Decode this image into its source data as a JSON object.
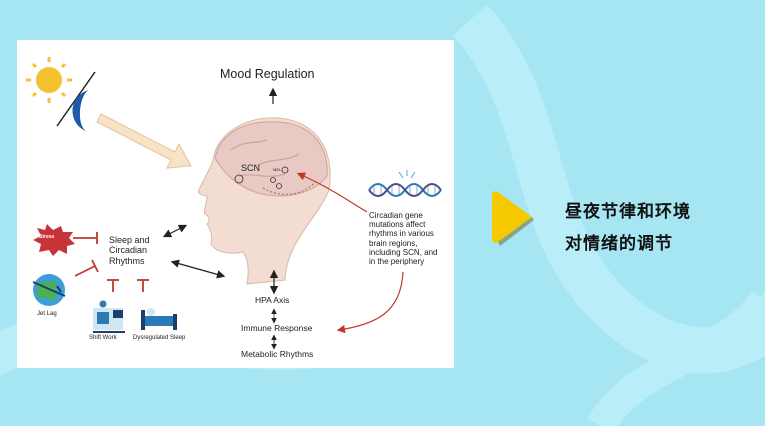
{
  "diagram": {
    "mood_regulation": "Mood Regulation",
    "scn": "SCN",
    "mel": "MEL",
    "sleep_circadian": [
      "Sleep and",
      "Circadian",
      "Rhythms"
    ],
    "stress": "Stress",
    "jet_lag": "Jet Lag",
    "shift_work": "Shift Work",
    "dysregulated_sleep": "Dysregulated Sleep",
    "hpa_axis": "HPA Axis",
    "immune_response": "Immune Response",
    "metabolic_rhythms": "Metabolic Rhythms",
    "gene_mutations": [
      "Circadian gene",
      "mutations affect",
      "rhythms in various",
      "brain regions,",
      "including SCN, and",
      "in the periphery"
    ]
  },
  "caption": {
    "line1": "昼夜节律和环境",
    "line2": "对情绪的调节"
  },
  "colors": {
    "background": "#a6e6f3",
    "play_icon": "#f5c800",
    "sun": "#f2c230",
    "moon": "#1e5aa8",
    "stress": "#c8333a",
    "inhibit": "#c0392b"
  }
}
